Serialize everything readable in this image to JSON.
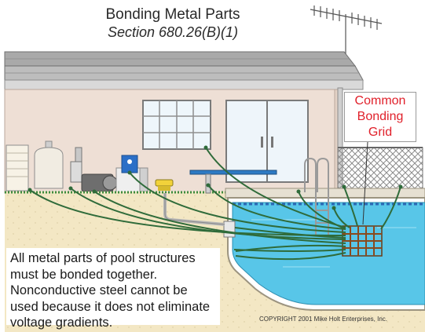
{
  "title": "Bonding Metal Parts",
  "subtitle": "Section 680.26(B)(1)",
  "grid_label": {
    "line1": "Common",
    "line2": "Bonding",
    "line3": "Grid"
  },
  "caption": "All metal parts of pool structures must be bonded together. Nonconductive steel cannot be used because it does not eliminate voltage gradients.",
  "copyright": "COPYRIGHT 2001  Mike Holt Enterprises, Inc.",
  "colors": {
    "bond_wire": "#2f6b3a",
    "pool_water": "#58c6e8",
    "soil": "#f3e7c4",
    "house_wall": "#eedfd5",
    "roof": "#a8a8a8",
    "label_red": "#e0202a"
  }
}
